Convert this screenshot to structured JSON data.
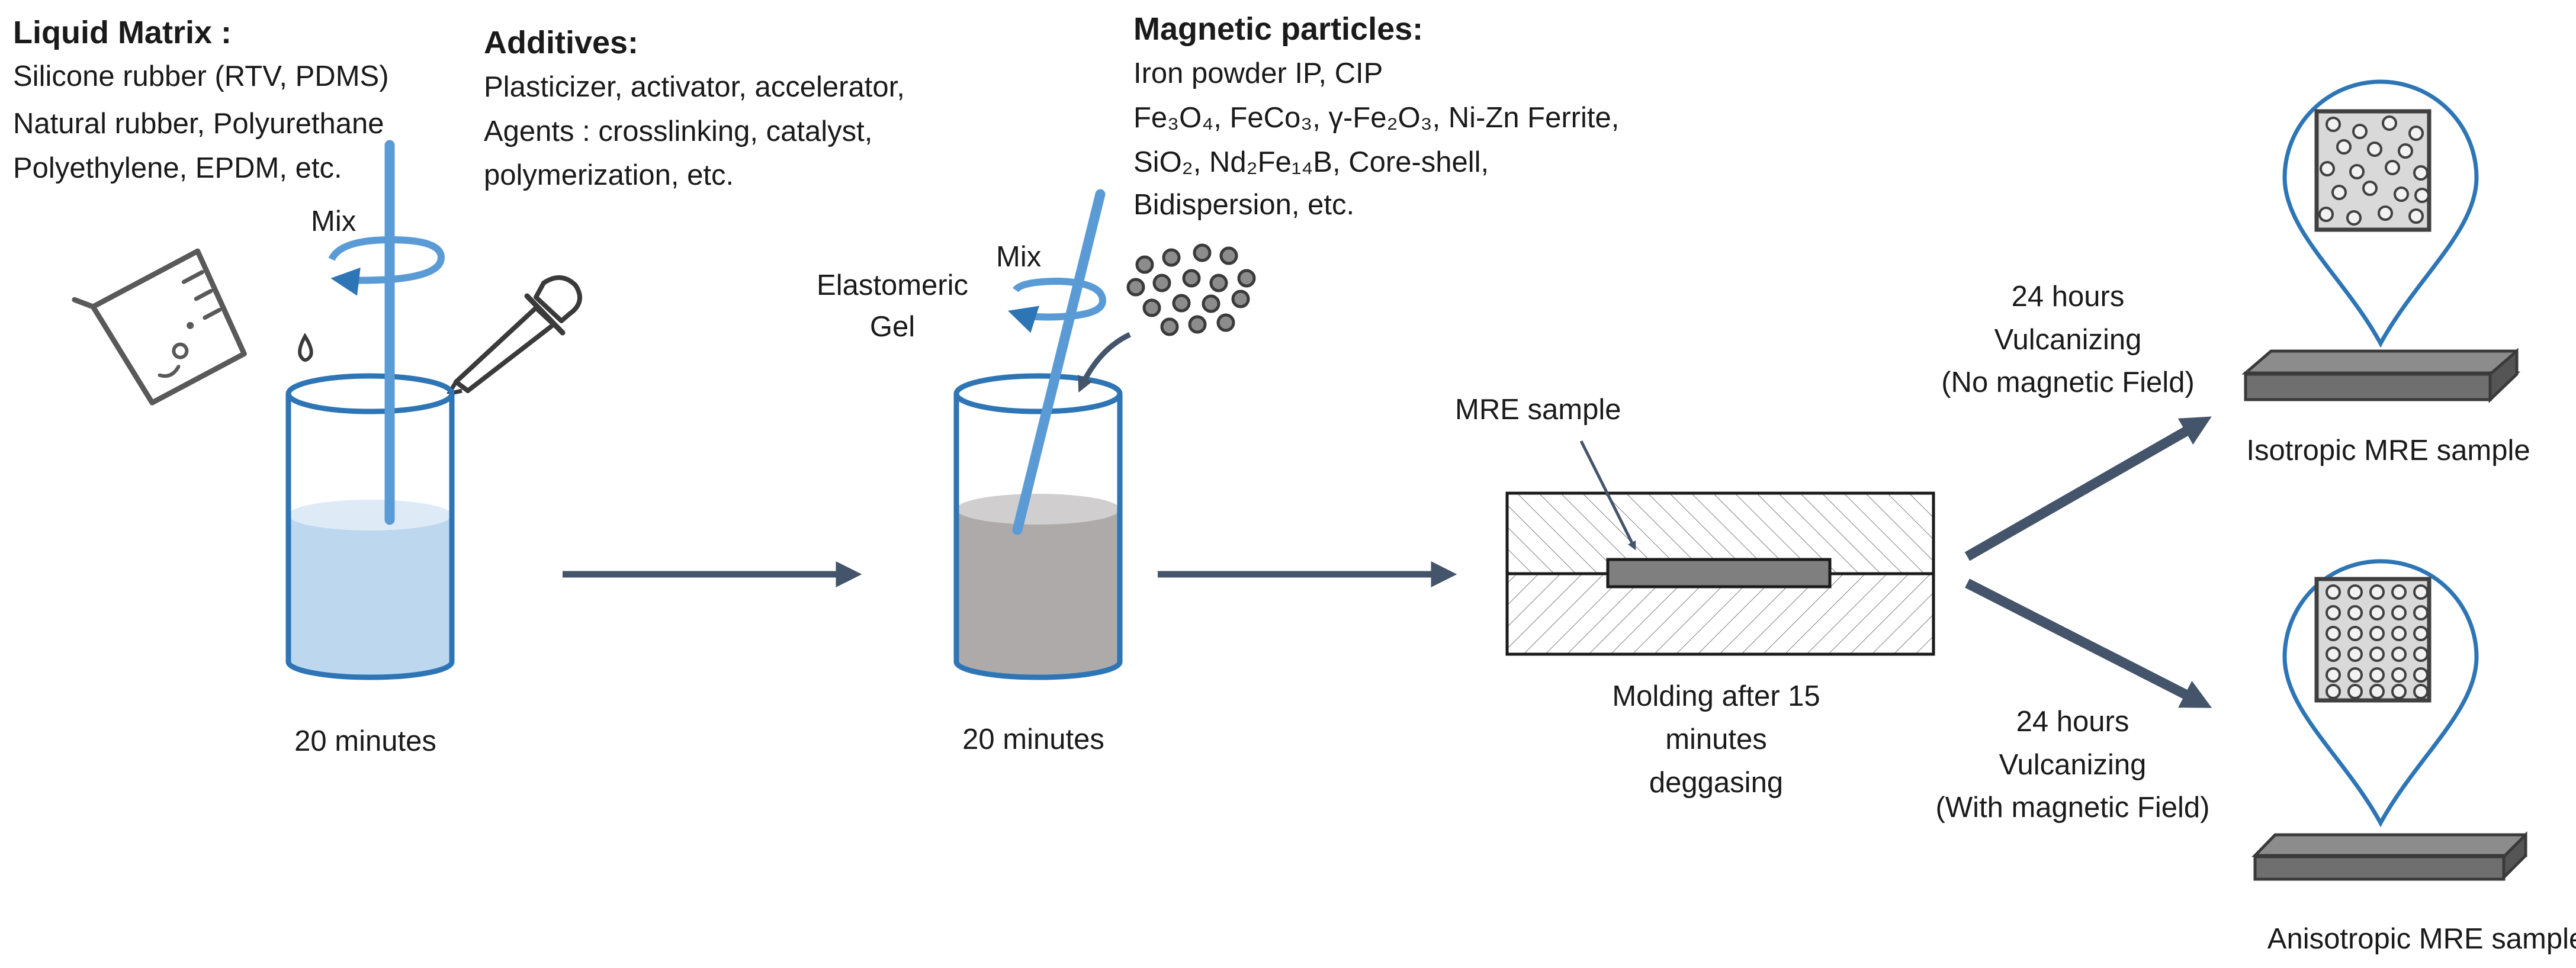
{
  "liquid_matrix": {
    "heading": "Liquid Matrix :",
    "lines": [
      "Silicone rubber (RTV, PDMS)",
      "Natural rubber, Polyurethane",
      "Polyethylene, EPDM, etc."
    ]
  },
  "additives": {
    "heading": "Additives:",
    "lines": [
      "Plasticizer, activator, accelerator,",
      "Agents : crosslinking, catalyst,",
      "polymerization, etc."
    ]
  },
  "magnetic_particles": {
    "heading": "Magnetic particles:",
    "line1": "Iron powder IP, CIP",
    "line2": "Fe₃O₄, FeCo₃, γ-Fe₂O₃, Ni-Zn Ferrite,",
    "line3": "SiO₂, Nd₂Fe₁₄B, Core-shell,",
    "line4": "Bidispersion, etc."
  },
  "step1": {
    "mix_label": "Mix",
    "time": "20 minutes"
  },
  "step2": {
    "mix_label": "Mix",
    "gel_label_1": "Elastomeric",
    "gel_label_2": "Gel",
    "time": "20 minutes"
  },
  "mold": {
    "sample_label": "MRE sample",
    "caption_1": "Molding after 15",
    "caption_2": "minutes",
    "caption_3": "deggasing"
  },
  "isotropic": {
    "line1": "24 hours",
    "line2": "Vulcanizing",
    "line3": "(No magnetic Field)",
    "label": "Isotropic MRE sample"
  },
  "anisotropic": {
    "line1": "24 hours",
    "line2": "Vulcanizing",
    "line3": "(With magnetic Field)",
    "label": "Anisotropic MRE sample"
  },
  "colors": {
    "arrow": "#44546a",
    "liquid": "#bdd7ee",
    "liquid_top": "#deebf7",
    "beaker_outline": "#2e75b6",
    "stirrer": "#5b9bd5",
    "gel": "#aeaaaa",
    "gel_top": "#d0cece",
    "sample": "#7f7f7f",
    "icon_gray": "#595959"
  }
}
